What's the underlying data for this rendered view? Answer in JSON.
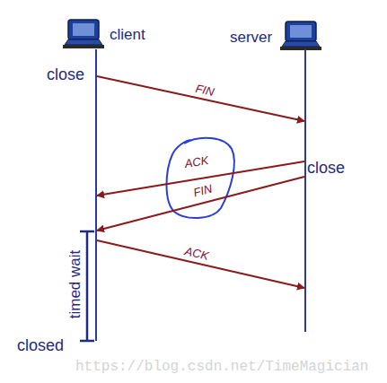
{
  "diagram": {
    "nodes": [
      {
        "text": [
          "client"
        ]
      },
      {
        "text": [
          "server"
        ]
      }
    ],
    "edges": [
      {
        "from": 0,
        "to": 1,
        "arrow": "to",
        "label": "FIN"
      },
      {
        "from": 1,
        "to": 0,
        "arrow": "to",
        "label": "ACK"
      },
      {
        "from": 1,
        "to": 0,
        "arrow": "to",
        "label": "FIN"
      },
      {
        "from": 0,
        "to": 1,
        "arrow": "to",
        "label": "ACK"
      }
    ],
    "labels": [
      "close",
      "close",
      "timed wait",
      "closed",
      "https://blog.csdn.net/TimeMagician"
    ]
  }
}
